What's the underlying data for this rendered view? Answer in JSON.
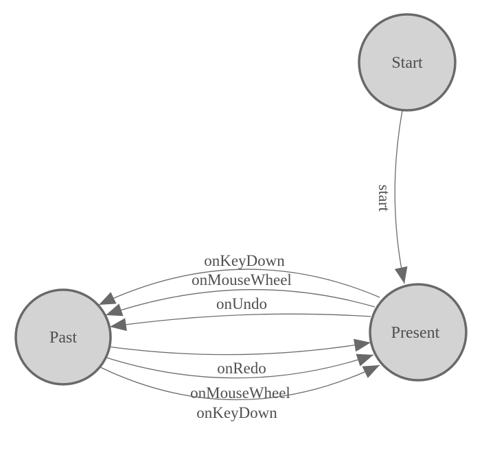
{
  "diagram": {
    "type": "state-machine",
    "colors": {
      "background": "#ffffff",
      "node_fill": "#d3d3d3",
      "node_stroke": "#696969",
      "edge_stroke": "#6b6b6b",
      "arrow_fill": "#696969",
      "text": "#4f4f4f"
    },
    "nodes": [
      {
        "id": "start",
        "label": "Start"
      },
      {
        "id": "past",
        "label": "Past"
      },
      {
        "id": "present",
        "label": "Present"
      }
    ],
    "edges": [
      {
        "from": "start",
        "to": "present",
        "label": "start"
      },
      {
        "from": "present",
        "to": "past",
        "label": "onKeyDown"
      },
      {
        "from": "present",
        "to": "past",
        "label": "onMouseWheel"
      },
      {
        "from": "present",
        "to": "past",
        "label": "onUndo"
      },
      {
        "from": "past",
        "to": "present",
        "label": "onRedo"
      },
      {
        "from": "past",
        "to": "present",
        "label": "onMouseWheel"
      },
      {
        "from": "past",
        "to": "present",
        "label": "onKeyDown"
      }
    ]
  }
}
